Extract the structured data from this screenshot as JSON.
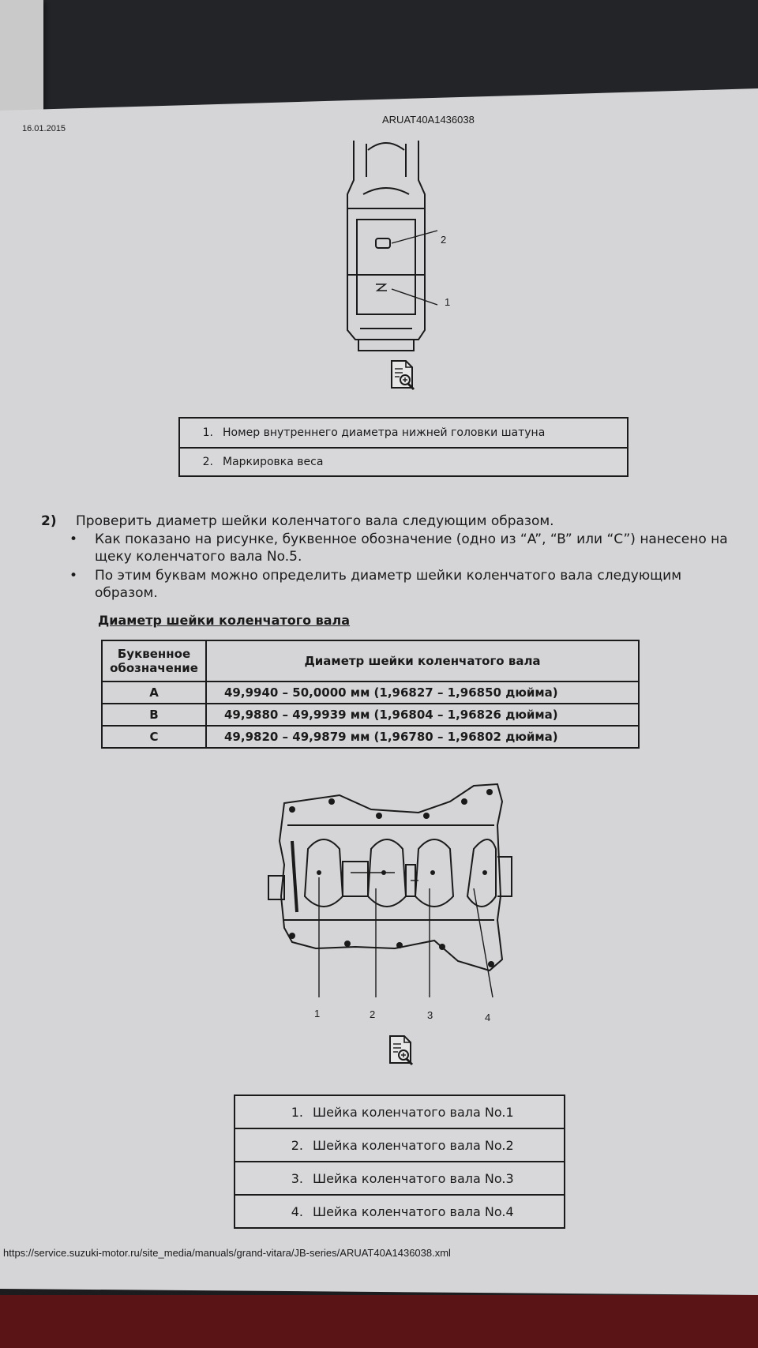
{
  "header": {
    "date": "16.01.2015",
    "doc_code": "ARUAT40A1436038"
  },
  "figure1": {
    "callouts": [
      "2",
      "1"
    ],
    "icon": "zoom-document-icon"
  },
  "legend1": [
    {
      "num": "1.",
      "text": "Номер внутреннего диаметра нижней головки шатуна"
    },
    {
      "num": "2.",
      "text": "Маркировка веса"
    }
  ],
  "step": {
    "num": "2)",
    "text": "Проверить диаметр шейки коленчатого вала следующим образом.",
    "bullets": [
      "Как показано на рисунке, буквенное обозначение (одно из “A”, “B” или “C”) нанесено на щеку коленчатого вала No.5.",
      "По этим буквам можно определить диаметр шейки коленчатого вала следующим образом."
    ]
  },
  "spec_table": {
    "title": "Диаметр шейки коленчатого вала",
    "headers": [
      "Буквенное обозначение",
      "Диаметр шейки коленчатого вала"
    ],
    "rows": [
      {
        "letter": "A",
        "value": "49,9940 – 50,0000 мм (1,96827 – 1,96850 дюйма)"
      },
      {
        "letter": "B",
        "value": "49,9880 – 49,9939 мм (1,96804 – 1,96826 дюйма)"
      },
      {
        "letter": "C",
        "value": "49,9820 – 49,9879 мм (1,96780 – 1,96802 дюйма)"
      }
    ]
  },
  "figure2": {
    "callouts": [
      "1",
      "2",
      "3",
      "4"
    ],
    "icon": "zoom-document-icon"
  },
  "legend2": [
    {
      "num": "1.",
      "text": "Шейка коленчатого вала No.1"
    },
    {
      "num": "2.",
      "text": "Шейка коленчатого вала No.2"
    },
    {
      "num": "3.",
      "text": "Шейка коленчатого вала No.3"
    },
    {
      "num": "4.",
      "text": "Шейка коленчатого вала No.4"
    }
  ],
  "footer": {
    "url": "https://service.suzuki-motor.ru/site_media/manuals/grand-vitara/JB-series/ARUAT40A1436038.xml"
  }
}
